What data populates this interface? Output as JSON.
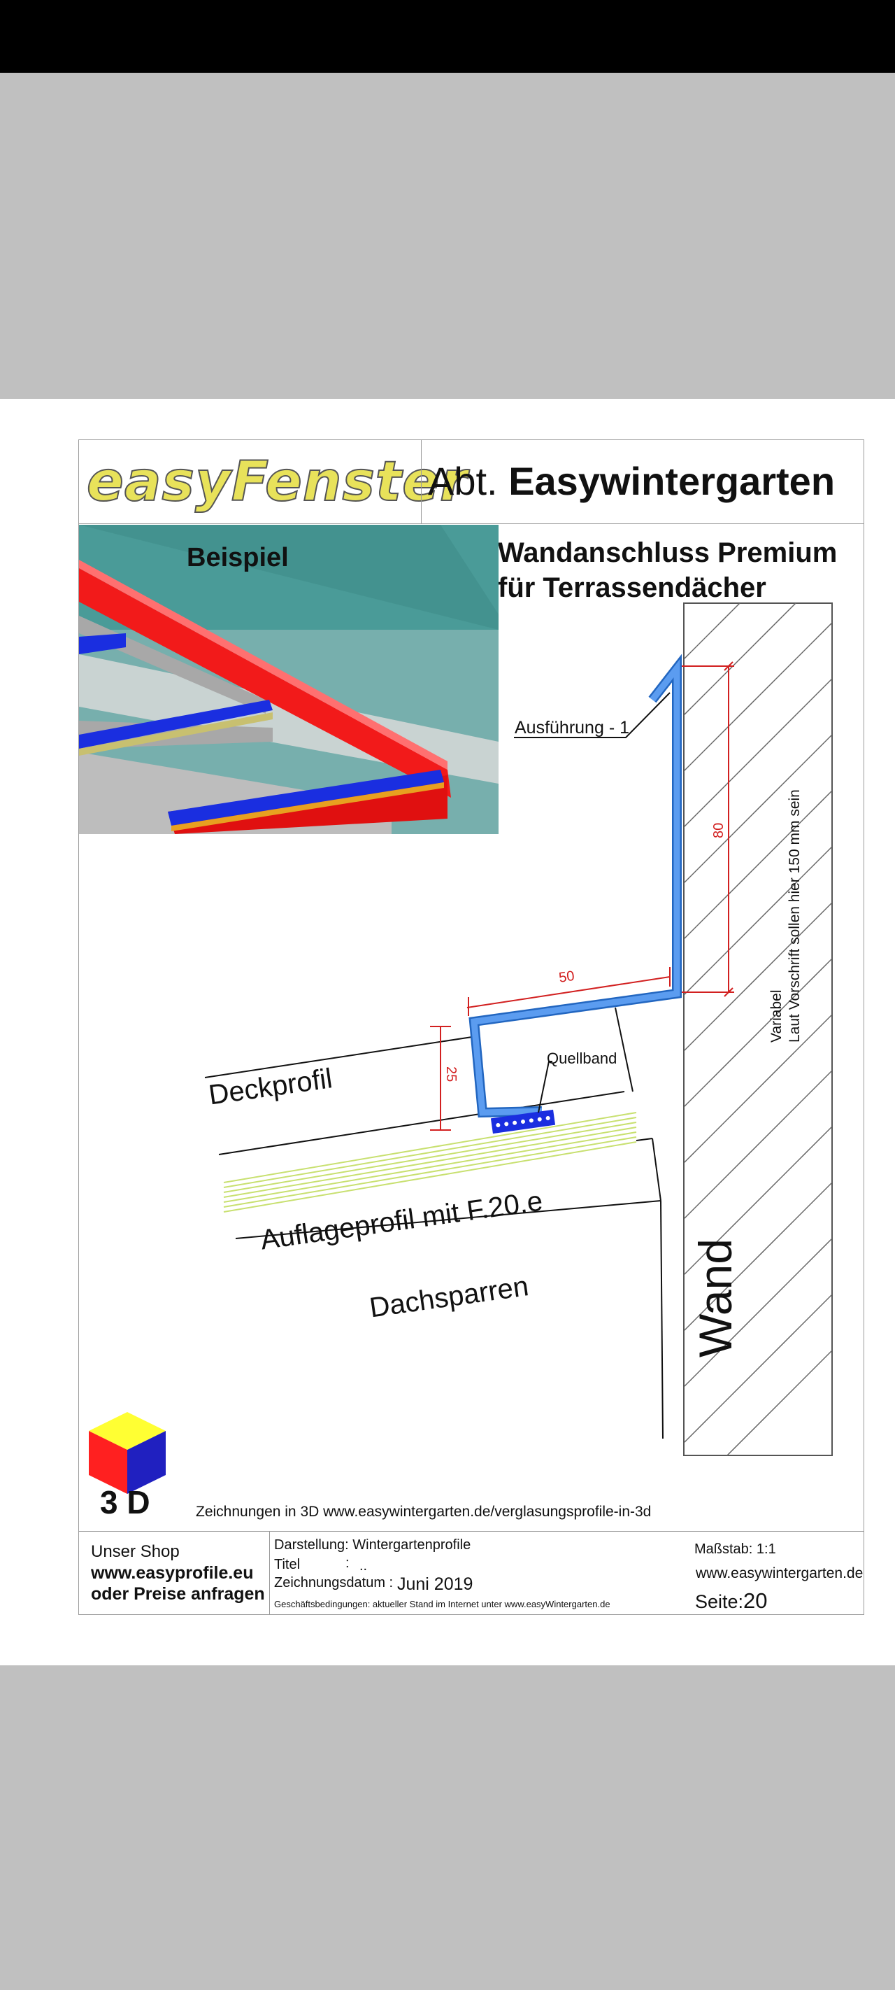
{
  "header": {
    "logo_text": "easyFenster",
    "abt_prefix": "Abt.",
    "abt_name": "Easywintergarten"
  },
  "title": {
    "line1": "Wandanschluss Premium",
    "line2": "für Terrassendächer"
  },
  "example": {
    "label": "Beispiel"
  },
  "drawing": {
    "ausfuehrung": "Ausführung - 1",
    "quellband": "Quellband",
    "deckprofil": "Deckprofil",
    "auflageprofil": "Auflageprofil mit F.20.e",
    "dachsparren": "Dachsparren",
    "wand": "Wand",
    "variabel": "Variabel",
    "vorschrift": "Laut Vorschrift sollen hier 150 mm sein",
    "dim_80": "80",
    "dim_50": "50",
    "dim_25": "25"
  },
  "logo3d": {
    "label": "3 D"
  },
  "link_3d": "Zeichnungen in 3D  www.easywintergarten.de/verglasungsprofile-in-3d",
  "footer": {
    "shop_title": "Unser Shop",
    "shop_url": "www.easyprofile.eu",
    "shop_cta": "oder Preise anfragen",
    "darstellung": "Darstellung: Wintergartenprofile",
    "titel_label": "Titel",
    "titel_sep": ":",
    "titel_value": "..",
    "datum_label": "Zeichnungsdatum :",
    "datum_value": "Juni 2019",
    "agb": "Geschäftsbedingungen: aktueller Stand im Internet  unter www.easyWintergarten.de",
    "massstab": "Maßstab: 1:1",
    "website": "www.easywintergarten.de",
    "seite_label": "Seite:",
    "seite_value": "20"
  },
  "colors": {
    "profile_blue": "#5b9cf0",
    "dim_red": "#d22020",
    "glass_teal": "#4a9b98",
    "beam_red": "#f21a1a",
    "bar_blue": "#1a2ee0",
    "gasket_green": "#c8e070"
  }
}
